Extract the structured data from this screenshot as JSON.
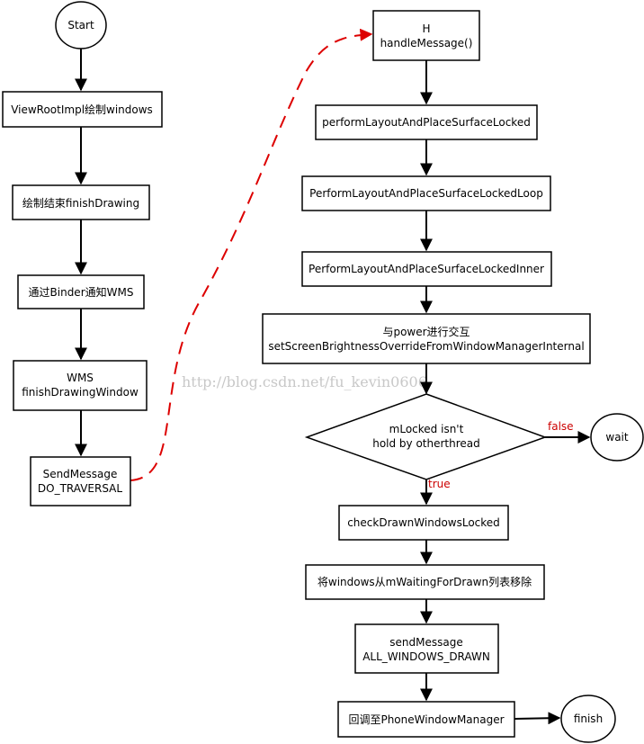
{
  "nodes": {
    "start": "Start",
    "viewroot": "ViewRootImpl绘制windows",
    "finish_drawing": "绘制结束finishDrawing",
    "binder": "通过Binder通知WMS",
    "wms_1": "WMS",
    "wms_2": "finishDrawingWindow",
    "send_1": "SendMessage",
    "send_2": "DO_TRAVERSAL",
    "h_1": "H",
    "h_2": "handleMessage()",
    "perform1": "performLayoutAndPlaceSurfaceLocked",
    "perform2": "PerformLayoutAndPlaceSurfaceLockedLoop",
    "perform3": "PerformLayoutAndPlaceSurfaceLockedInner",
    "power_1": "与power进行交互",
    "power_2": "setScreenBrightnessOverrideFromWindowManagerInternal",
    "decision_1": "mLocked isn't",
    "decision_2": "hold by otherthread",
    "wait": "wait",
    "check": "checkDrawnWindowsLocked",
    "remove": "将windows从mWaitingForDrawn列表移除",
    "sendall_1": "sendMessage",
    "sendall_2": "ALL_WINDOWS_DRAWN",
    "callback": "回调至PhoneWindowManager",
    "finish": "finish"
  },
  "edge_labels": {
    "false": "false",
    "true": "true"
  },
  "watermark": "http://blog.csdn.net/fu_kevin0606",
  "colors": {
    "stroke": "#000000",
    "dashed_edge": "#dd0000",
    "condition_label": "#cc0000",
    "watermark": "#c8c8c8"
  }
}
